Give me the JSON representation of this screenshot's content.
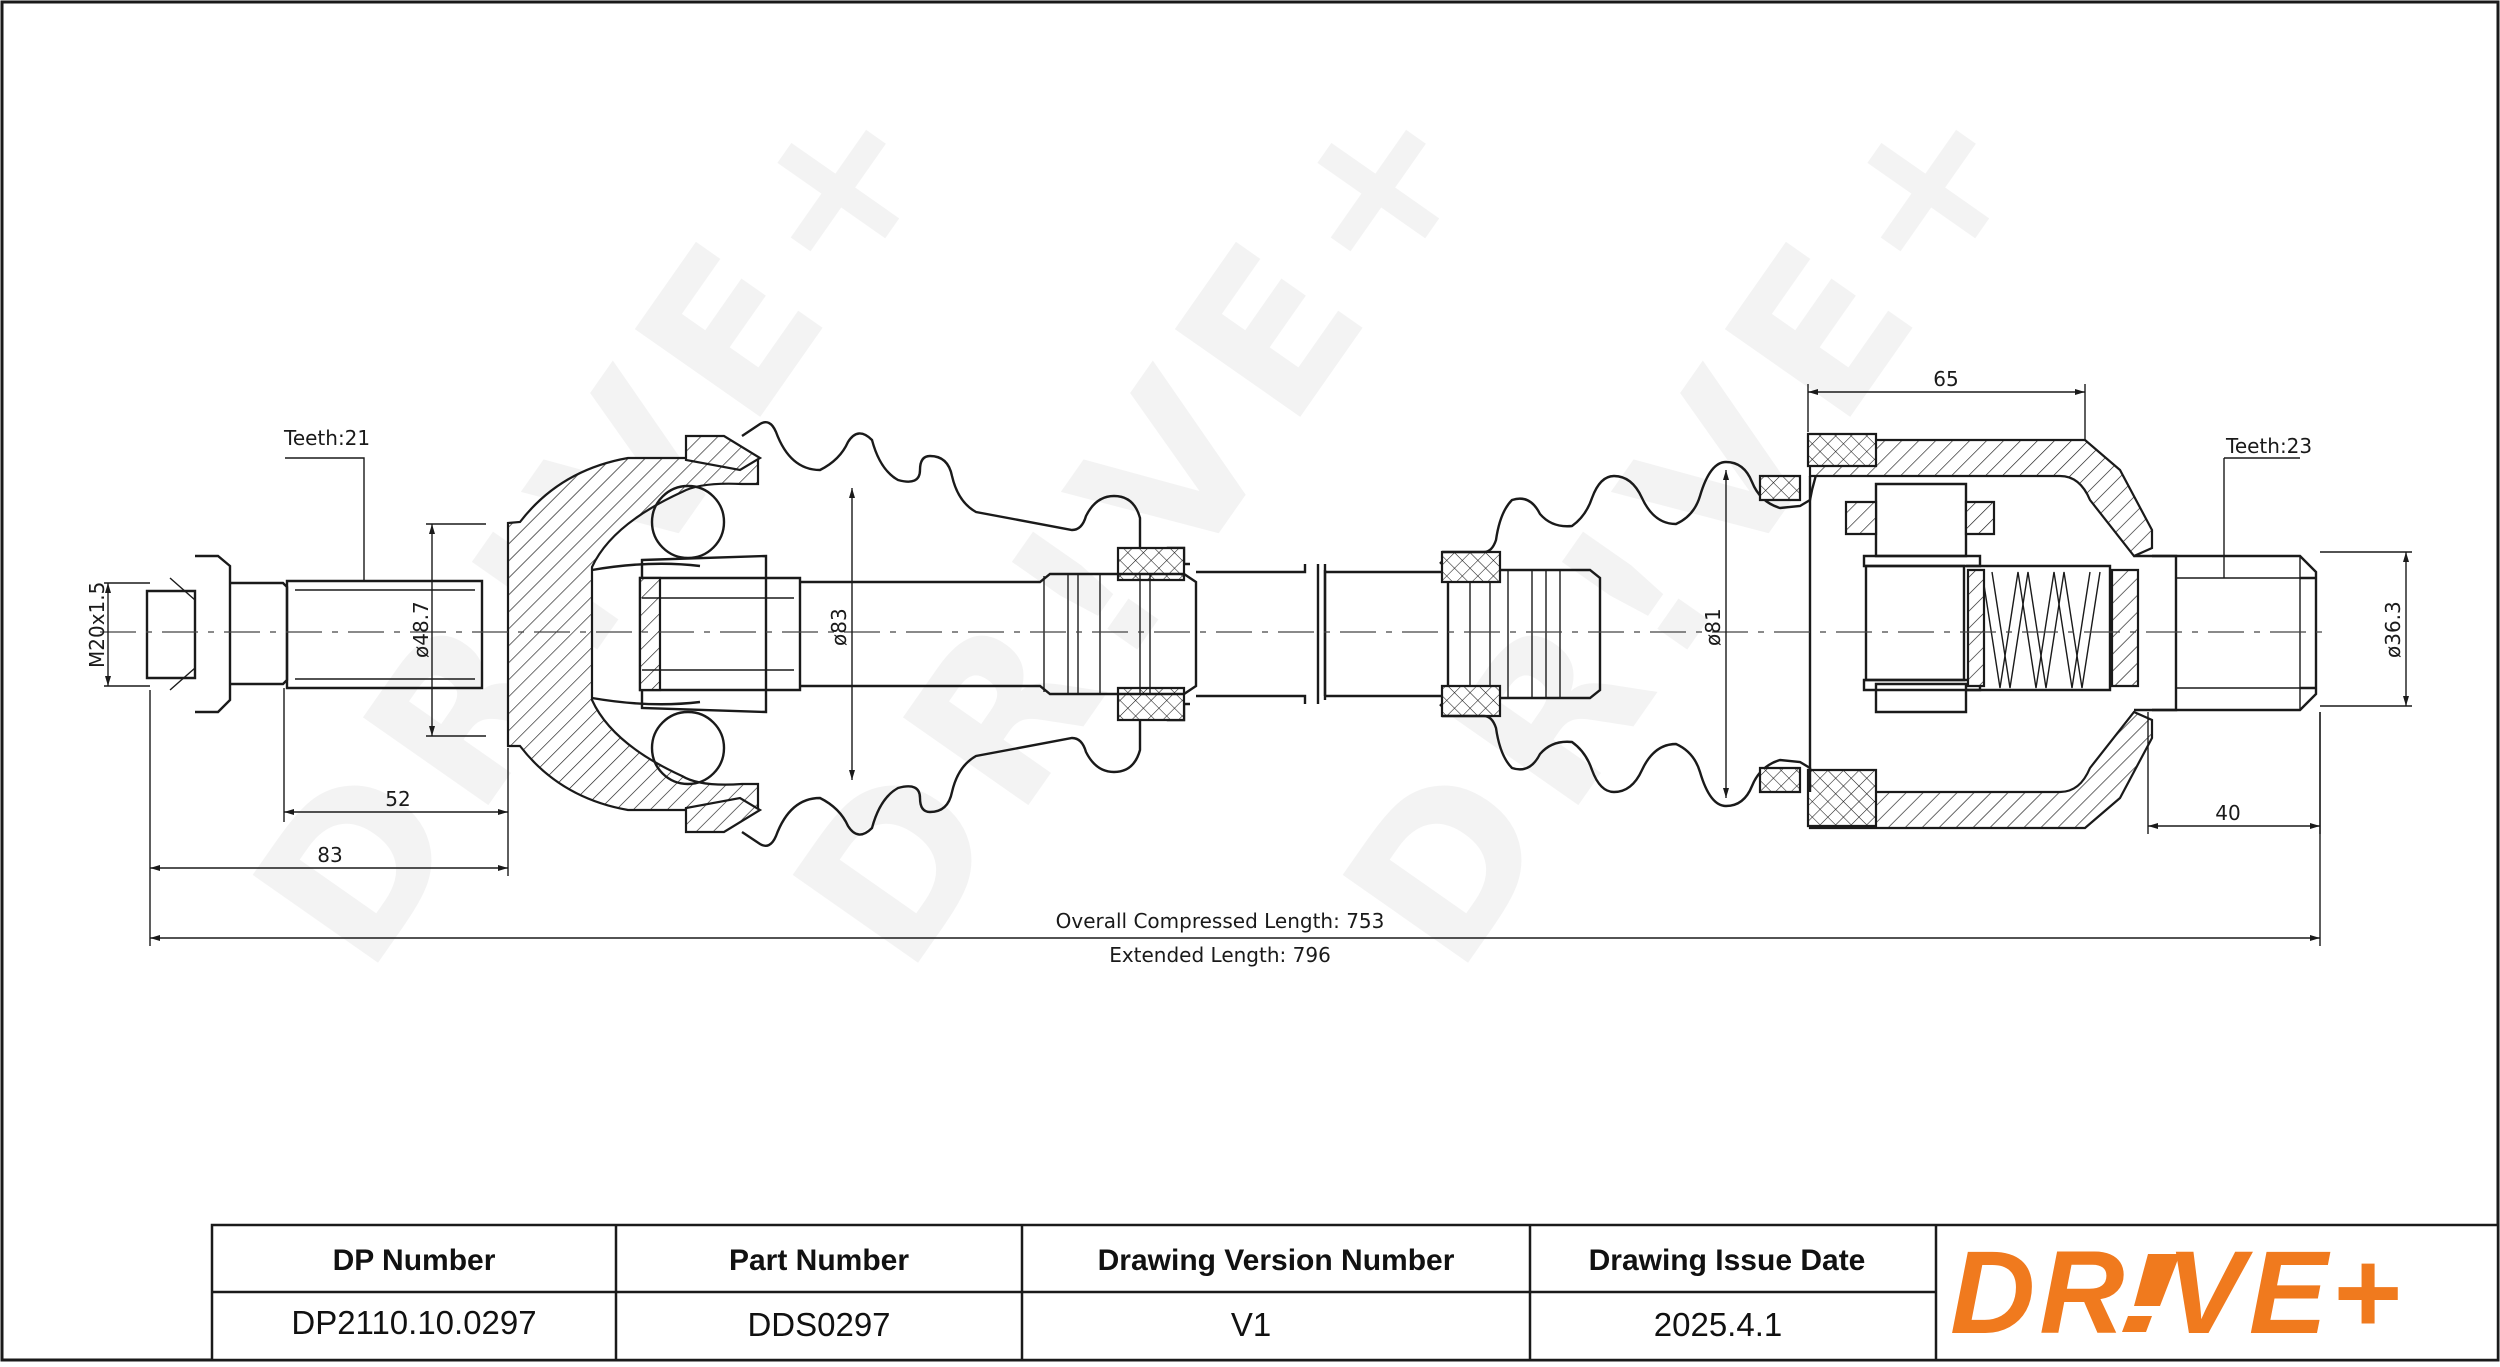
{
  "drawing": {
    "teeth_left": "Teeth:21",
    "teeth_right": "Teeth:23",
    "thread_label": "M20x1.5",
    "dia_spline_left": "ø48.7",
    "dia_cv_outer": "ø83",
    "dia_tripod": "ø81",
    "dia_spline_right": "ø36.3",
    "len_spline_left": "52",
    "len_stub_left": "83",
    "len_housing": "65",
    "len_stub_right": "40",
    "overall_compressed": "Overall  Compressed  Length: 753",
    "extended_length": "Extended  Length: 796",
    "watermark": "DR!VE+"
  },
  "title_block": {
    "headers": [
      "DP Number",
      "Part Number",
      "Drawing Version Number",
      "Drawing Issue Date"
    ],
    "values": [
      "DP2110.10.0297",
      "DDS0297",
      "V1",
      "2025.4.1"
    ]
  },
  "logo": {
    "text_a": "DR",
    "text_b": "VE+",
    "accent_color": "#f07a1e"
  }
}
